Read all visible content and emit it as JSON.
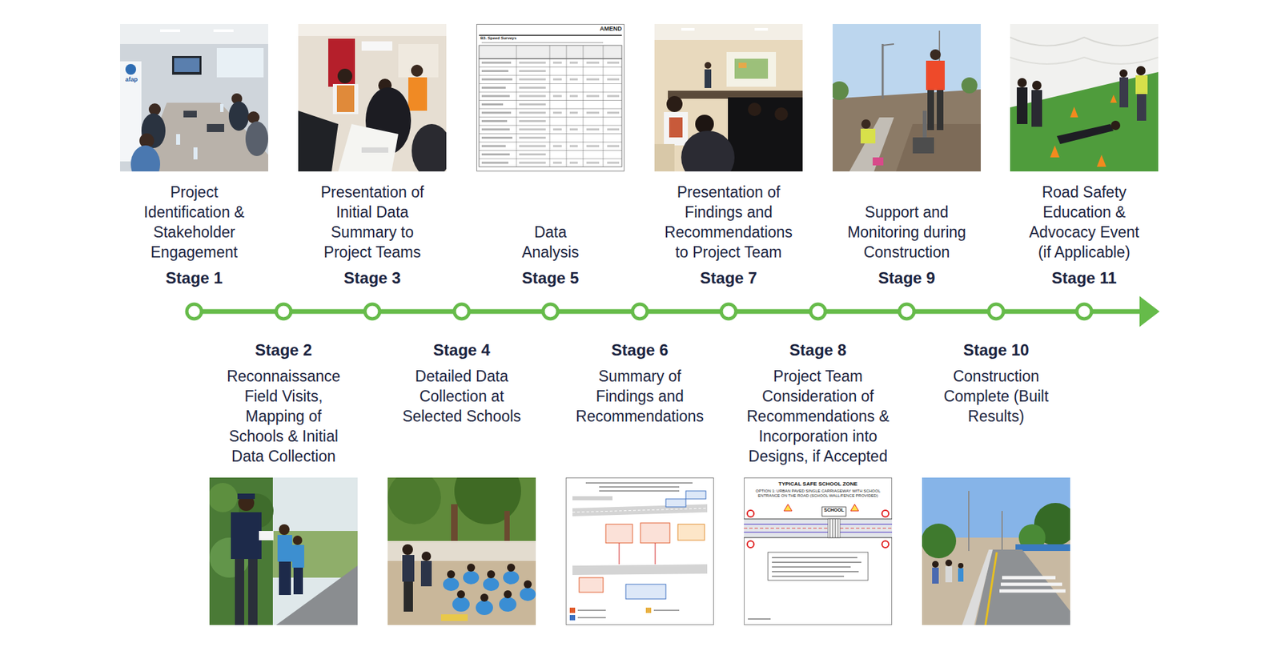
{
  "diagram": {
    "nodes": [
      {
        "text": [
          "Project Identification & Stakeholder Engagement",
          "Stage 1"
        ]
      },
      {
        "text": [
          "Stage 2",
          "Reconnaissance Field Visits, Mapping of Schools & Initial Data Collection"
        ]
      },
      {
        "text": [
          "Presentation of Initial Data Summary to Project Teams",
          "Stage 3"
        ]
      },
      {
        "text": [
          "Stage 4",
          "Detailed Data Collection at Selected Schools"
        ]
      },
      {
        "text": [
          "Data Analysis",
          "Stage 5"
        ]
      },
      {
        "text": [
          "Stage 6",
          "Summary of Findings and Recommendations"
        ]
      },
      {
        "text": [
          "Presentation of Findings and Recommendations to Project Team",
          "Stage 7"
        ]
      },
      {
        "text": [
          "Stage 8",
          "Project Team Consideration of Recommendations & Incorporation into Designs, if Accepted"
        ]
      },
      {
        "text": [
          "Support and Monitoring during Construction",
          "Stage 9"
        ]
      },
      {
        "text": [
          "Stage 10",
          "Construction Complete (Built Results)"
        ]
      },
      {
        "text": [
          "Road Safety Education & Advocacy Event (if Applicable)",
          "Stage 11"
        ]
      }
    ],
    "labels": [
      "afap",
      "AMEND",
      "B3. Speed Surveys",
      "TYPICAL SAFE SCHOOL ZONE",
      "OPTION 1: URBAN PAVED SINGLE CARRIAGEWAY WITH SCHOOL ENTRANCE ON THE ROAD (SCHOOL WALL/FENCE PROVIDED)",
      "SCHOOL"
    ]
  }
}
